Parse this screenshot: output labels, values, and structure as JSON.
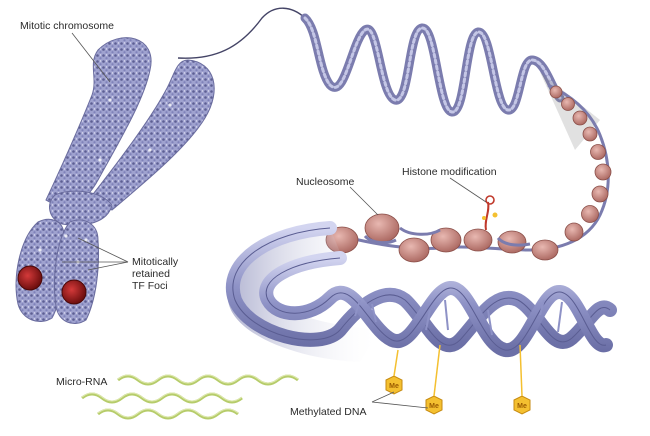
{
  "labels": {
    "mitotic_chromosome": "Mitotic chromosome",
    "mitotically_retained_1": "Mitotically",
    "mitotically_retained_2": "retained",
    "mitotically_retained_3": "TF Foci",
    "nucleosome": "Nucleosome",
    "histone_modification": "Histone modification",
    "micro_rna": "Micro-RNA",
    "methylated_dna": "Methylated DNA",
    "methyl_marker": "Me"
  },
  "colors": {
    "chromatin": "#7b7cae",
    "chromatin_light": "#b9bbdd",
    "dna_ribbon": "#8e92c6",
    "dna_ribbon_light": "#cfd1ee",
    "nucleosome": "#c98d86",
    "nucleosome_dark": "#9c5e58",
    "tf_foci": "#9a1b1b",
    "methyl_marker": "#f4c030",
    "mirna": "#b6cc6a",
    "leader_line": "#555555"
  }
}
